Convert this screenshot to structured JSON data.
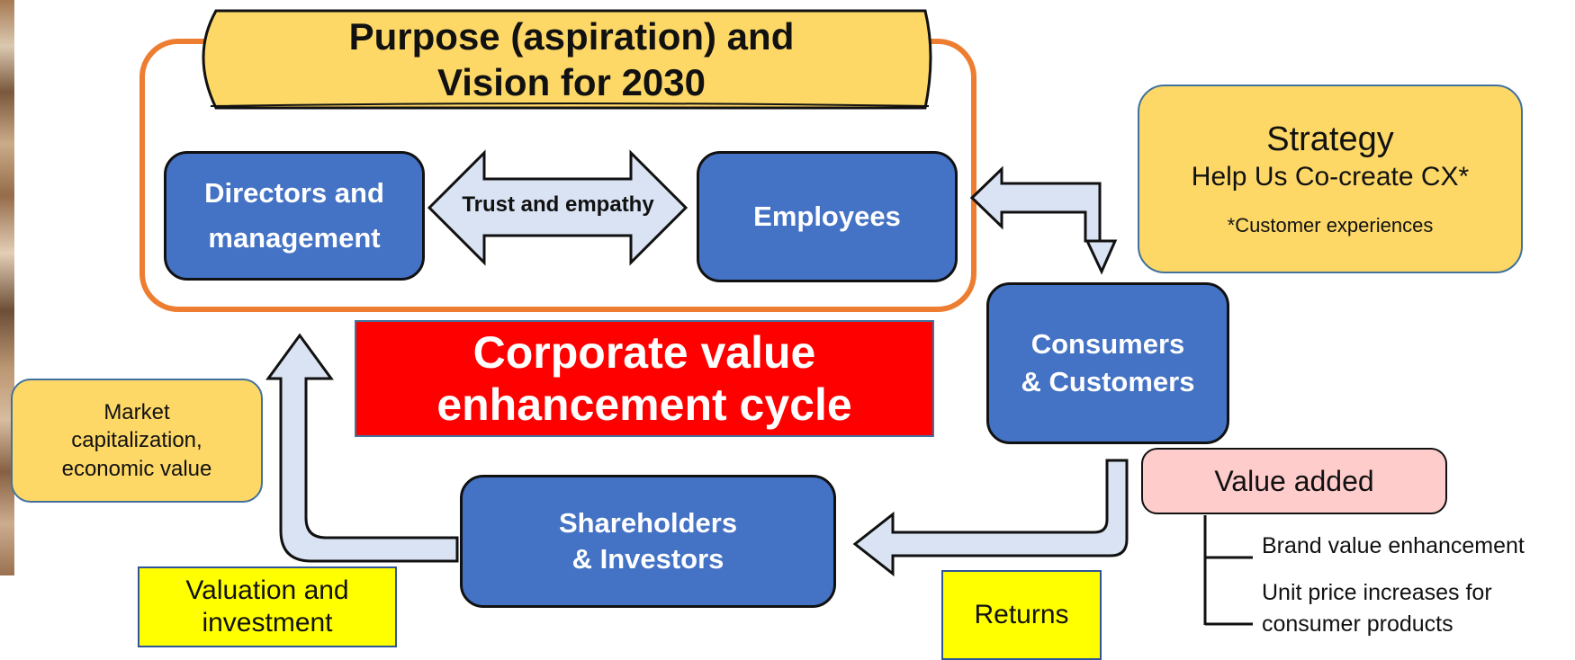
{
  "purpose": {
    "line1": "Purpose (aspiration) and",
    "line2": "Vision for 2030"
  },
  "nodes": {
    "directors": {
      "line1": "Directors and",
      "line2": "management"
    },
    "employees": {
      "label": "Employees"
    },
    "consumers": {
      "line1": "Consumers",
      "line2": "& Customers"
    },
    "shareholders": {
      "line1": "Shareholders",
      "line2": "& Investors"
    }
  },
  "trust_label": "Trust and empathy",
  "cycle_title": {
    "line1": "Corporate value",
    "line2": "enhancement cycle"
  },
  "strategy": {
    "title": "Strategy",
    "subtitle": "Help Us Co-create CX*",
    "note": "*Customer experiences"
  },
  "market_value": {
    "line1": "Market",
    "line2": "capitalization,",
    "line3": "economic value"
  },
  "valuation": {
    "line1": "Valuation and",
    "line2": "investment"
  },
  "returns": "Returns",
  "value_added": {
    "title": "Value added",
    "items": [
      {
        "label": "Brand value enhancement"
      },
      {
        "line1": "Unit price increases for",
        "line2": "consumer products"
      }
    ]
  },
  "colors": {
    "node_blue": "#4472c4",
    "soft_yellow": "#fdd867",
    "bright_yellow": "#ffff00",
    "cycle_red": "#ff0000",
    "value_added_pink": "#ffcccc",
    "frame_orange": "#ed7d31",
    "arrow_fill": "#dae3f3"
  }
}
